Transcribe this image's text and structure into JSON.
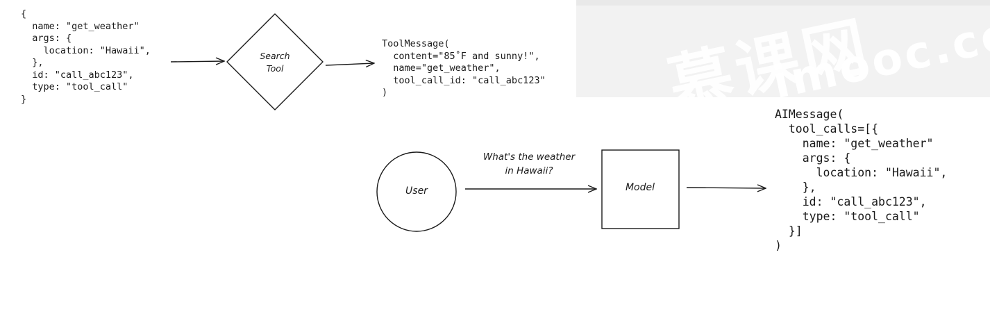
{
  "tool_call_block": {
    "lines": "{\n  name: \"get_weather\"\n  args: {\n    location: \"Hawaii\",\n  },\n  id: \"call_abc123\",\n  type: \"tool_call\"\n}"
  },
  "search_tool": {
    "label": "Search\nTool"
  },
  "tool_message_block": {
    "lines": "ToolMessage(\n  content=\"85˚F and sunny!\",\n  name=\"get_weather\",\n  tool_call_id: \"call_abc123\"\n)"
  },
  "user_node": {
    "label": "User"
  },
  "user_question": {
    "label": "What's the weather\nin Hawaii?"
  },
  "model_node": {
    "label": "Model"
  },
  "ai_message_block": {
    "lines": "AIMessage(\n  tool_calls=[{\n    name: \"get_weather\"\n    args: {\n      location: \"Hawaii\",\n    },\n    id: \"call_abc123\",\n    type: \"tool_call\"\n  }]\n)"
  },
  "watermark": {
    "logo_text": "慕课网",
    "site_text": "imooc.com"
  },
  "colors": {
    "stroke": "#1a1a1a",
    "panel_bg": "#f2f2f2"
  },
  "icons": {
    "arrow": "right-arrow-icon"
  }
}
